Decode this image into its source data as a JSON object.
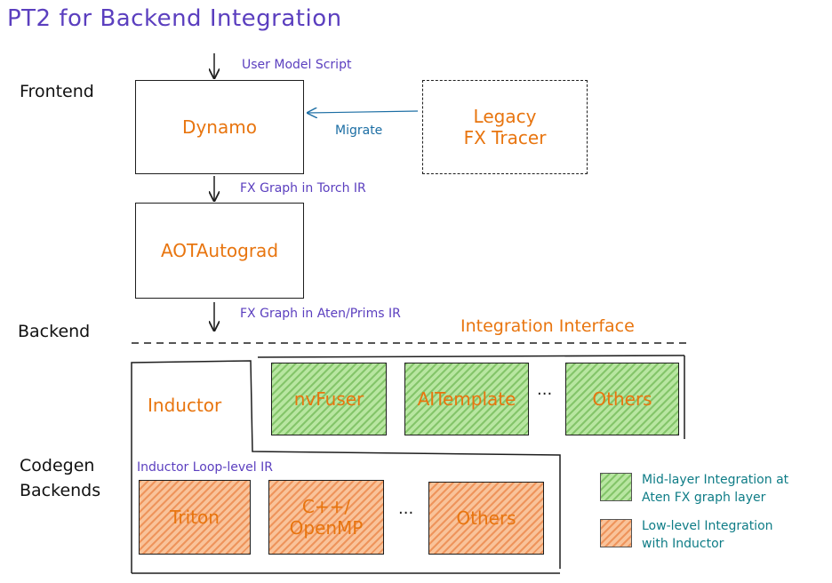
{
  "title": "PT2 for Backend Integration",
  "sections": {
    "frontend": "Frontend",
    "backend": "Backend",
    "codegen": [
      "Codegen",
      "Backends"
    ]
  },
  "nodes": {
    "dynamo": "Dynamo",
    "legacy": [
      "Legacy",
      "FX Tracer"
    ],
    "aotautograd": "AOTAutograd",
    "inductor": "Inductor",
    "nvfuser": "nvFuser",
    "aitemplate": "AITemplate",
    "others_mid": "Others",
    "triton": "Triton",
    "cpp": [
      "C++/",
      "OpenMP"
    ],
    "others_low": "Others",
    "ellipsis_mid": "...",
    "ellipsis_low": "..."
  },
  "edges": {
    "user_model_script": "User Model Script",
    "migrate": "Migrate",
    "fx_torch_ir": "FX Graph in Torch IR",
    "fx_aten_ir": "FX Graph in Aten/Prims IR",
    "integration_interface": "Integration Interface",
    "inductor_loop_ir": "Inductor Loop-level IR"
  },
  "legend": [
    {
      "lines": [
        "Mid-layer Integration at",
        "Aten FX graph layer"
      ],
      "style": "green"
    },
    {
      "lines": [
        "Low-level Integration",
        "with Inductor"
      ],
      "style": "peach"
    }
  ],
  "colors": {
    "title": "#5b3fbf",
    "node_text": "#e8750f",
    "edge_label": "#5b3fbf",
    "migrate": "#1c6ea4",
    "legend_text": "#0e7c86",
    "green_fill": "#b8e6a1",
    "peach_fill": "#f9c39a"
  }
}
